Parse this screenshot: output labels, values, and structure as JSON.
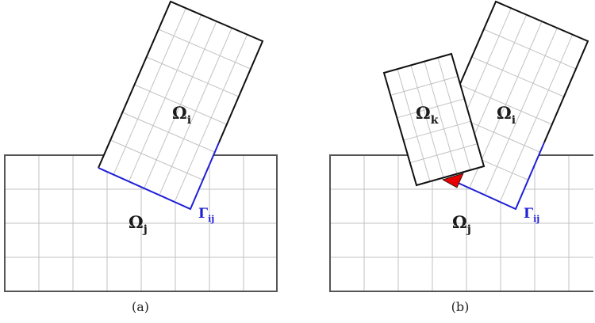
{
  "panels": [
    {
      "caption": "(a)",
      "omega_i": {
        "main": "Ω",
        "sub": "i"
      },
      "omega_j": {
        "main": "Ω",
        "sub": "j"
      },
      "gamma_ij": {
        "main": "Γ",
        "sub": "ij"
      }
    },
    {
      "caption": "(b)",
      "omega_i": {
        "main": "Ω",
        "sub": "i"
      },
      "omega_j": {
        "main": "Ω",
        "sub": "j"
      },
      "omega_k": {
        "main": "Ω",
        "sub": "k"
      },
      "gamma_ij": {
        "main": "Γ",
        "sub": "ij"
      }
    }
  ],
  "colors": {
    "interface": "#1f1fd6",
    "overlap": "#e80000",
    "grid": "#c2c2c2",
    "outline": "#111111"
  }
}
